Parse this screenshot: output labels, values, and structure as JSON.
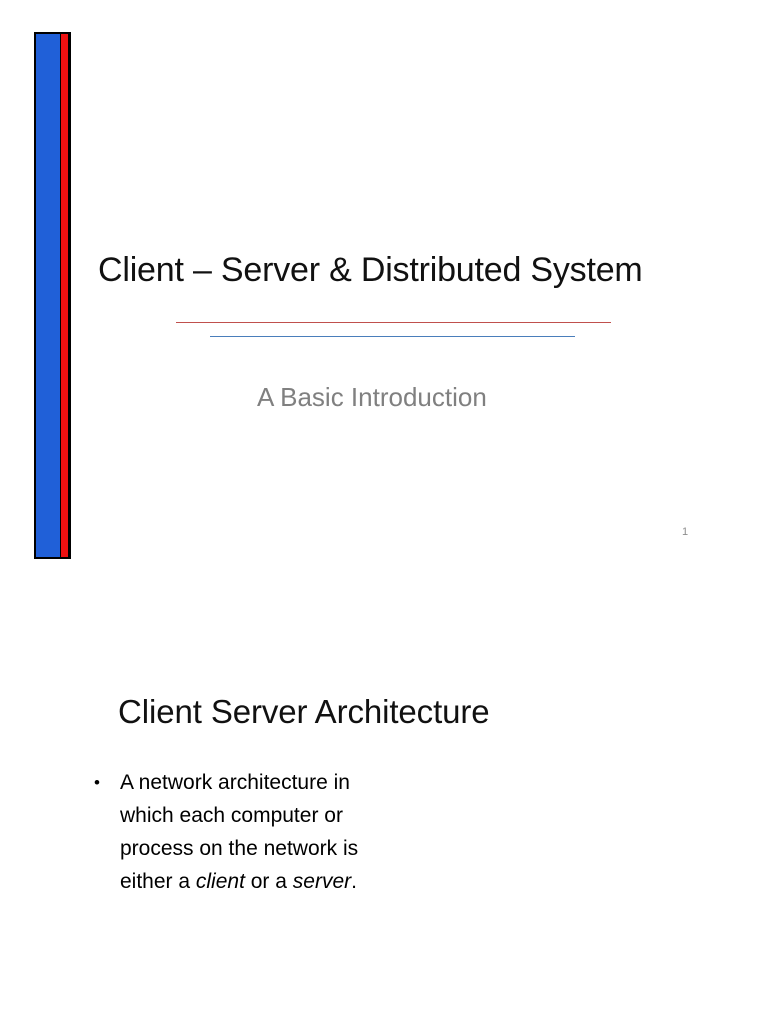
{
  "document": {
    "type": "presentation-slides",
    "slides": [
      {
        "title": "Client – Server & Distributed System",
        "subtitle": "A Basic Introduction",
        "page_number": "1",
        "accent_bar": {
          "blue": "#2060d8",
          "red": "#ee1111",
          "frame": "#000000"
        },
        "dividers": [
          {
            "name": "divider-red",
            "color": "#c0504d"
          },
          {
            "name": "divider-blue",
            "color": "#4a7ebb"
          }
        ]
      },
      {
        "title": "Client Server Architecture",
        "bullets": [
          {
            "marker": "•",
            "segments": [
              {
                "text": "A network architecture in which each computer or process on the network is either a ",
                "style": "normal"
              },
              {
                "text": "client",
                "style": "italic"
              },
              {
                "text": " or a ",
                "style": "normal"
              },
              {
                "text": "server",
                "style": "italic"
              },
              {
                "text": ".",
                "style": "normal"
              }
            ],
            "plain_text": "A network architecture in which each computer or process on the network is either a client or a server."
          }
        ]
      }
    ]
  },
  "colors": {
    "background": "#ffffff",
    "body_text": "#000000",
    "muted_text": "#808080",
    "page_number_text": "#8d8d8d",
    "accent_blue": "#2060d8",
    "accent_red": "#ee1111",
    "divider_red": "#c0504d",
    "divider_blue": "#4a7ebb"
  }
}
